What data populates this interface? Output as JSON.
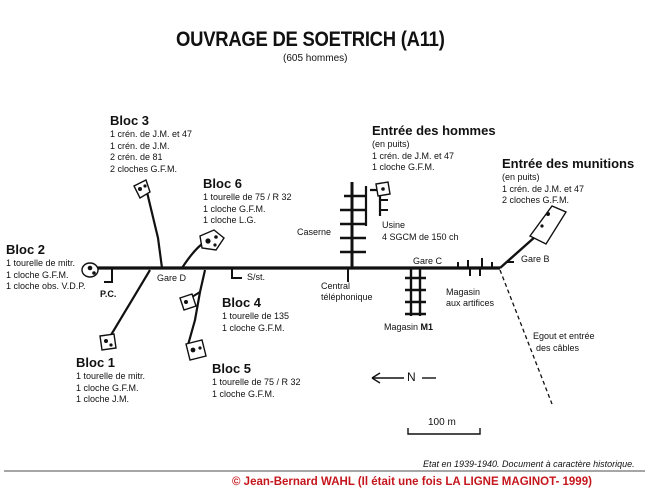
{
  "title": "OUVRAGE DE SOETRICH (A11)",
  "subtitle": "(605 hommes)",
  "blocs": {
    "bloc3": {
      "name": "Bloc 3",
      "lines": [
        "1 crén. de J.M. et 47",
        "1 crén. de J.M.",
        "2 crén. de 81",
        "2 cloches G.F.M."
      ]
    },
    "bloc6": {
      "name": "Bloc 6",
      "lines": [
        "1 tourelle de 75 / R 32",
        "1 cloche G.F.M.",
        "1 cloche L.G."
      ]
    },
    "bloc2": {
      "name": "Bloc 2",
      "lines": [
        "1 tourelle de mitr.",
        "1 cloche G.F.M.",
        "1 cloche obs. V.D.P."
      ]
    },
    "bloc4": {
      "name": "Bloc 4",
      "lines": [
        "1 tourelle de 135",
        "1 cloche G.F.M."
      ]
    },
    "bloc1": {
      "name": "Bloc 1",
      "lines": [
        "1 tourelle de mitr.",
        "1 cloche G.F.M.",
        "1 cloche J.M."
      ]
    },
    "bloc5": {
      "name": "Bloc 5",
      "lines": [
        "1 tourelle de 75 / R 32",
        "1 cloche G.F.M."
      ]
    },
    "entree_hommes": {
      "name": "Entrée des hommes",
      "lines": [
        "(en puits)",
        "1 crén. de J.M. et 47",
        "1 cloche G.F.M."
      ]
    },
    "entree_munitions": {
      "name": "Entrée des munitions",
      "lines": [
        "(en puits)",
        "1 crén. de J.M. et 47",
        "2 cloches G.F.M."
      ]
    }
  },
  "labels": {
    "caserne": "Caserne",
    "usine": "Usine",
    "sgcm": "4 SGCM de 150 ch",
    "gare_c": "Gare C",
    "gare_b": "Gare B",
    "gare_d": "Gare D",
    "pc": "P.C.",
    "sst": "S/st.",
    "central": "Central",
    "telephonique": "téléphonique",
    "magasin_artifices_1": "Magasin",
    "magasin_artifices_2": "aux artifices",
    "magasin_m1": "Magasin",
    "m1": "M1",
    "egout_1": "Egout et entrée",
    "egout_2": "des câbles",
    "north": "N",
    "scale": "100 m"
  },
  "footer": {
    "note": "Etat en 1939-1940. Document à caractère historique.",
    "copyright": "© Jean-Bernard WAHL (Il était une fois LA LIGNE MAGINOT- 1999)"
  },
  "colors": {
    "ink": "#111111",
    "copyright": "#c4161c"
  }
}
